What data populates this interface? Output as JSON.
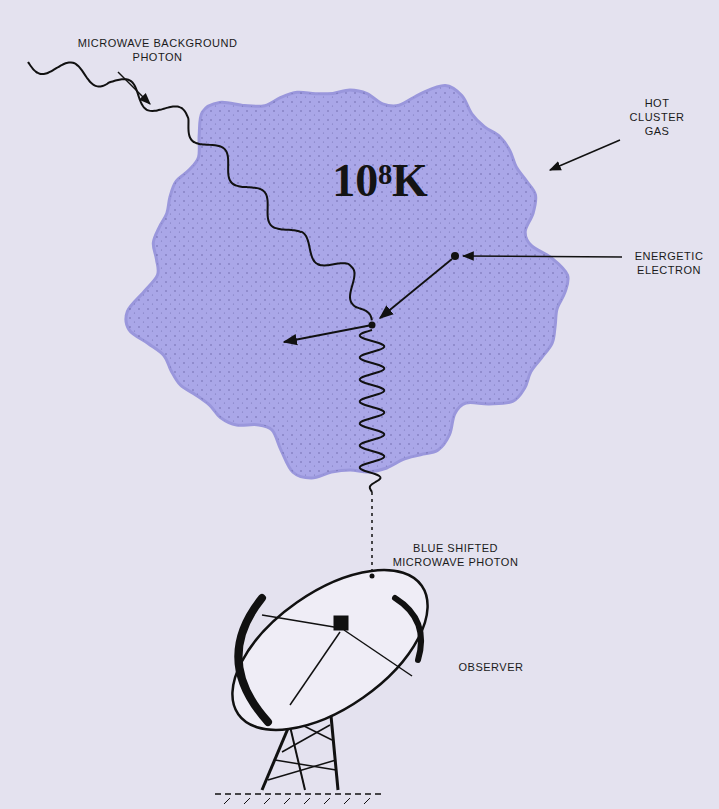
{
  "diagram": {
    "nodes": [
      {
        "text": [
          "10⁸K"
        ]
      }
    ],
    "labels": [
      "MICROWAVE BACKGROUND PHOTON",
      "HOT CLUSTER GAS",
      "ENERGETIC ELECTRON",
      "BLUE SHIFTED MICROWAVE PHOTON",
      "OBSERVER"
    ]
  }
}
